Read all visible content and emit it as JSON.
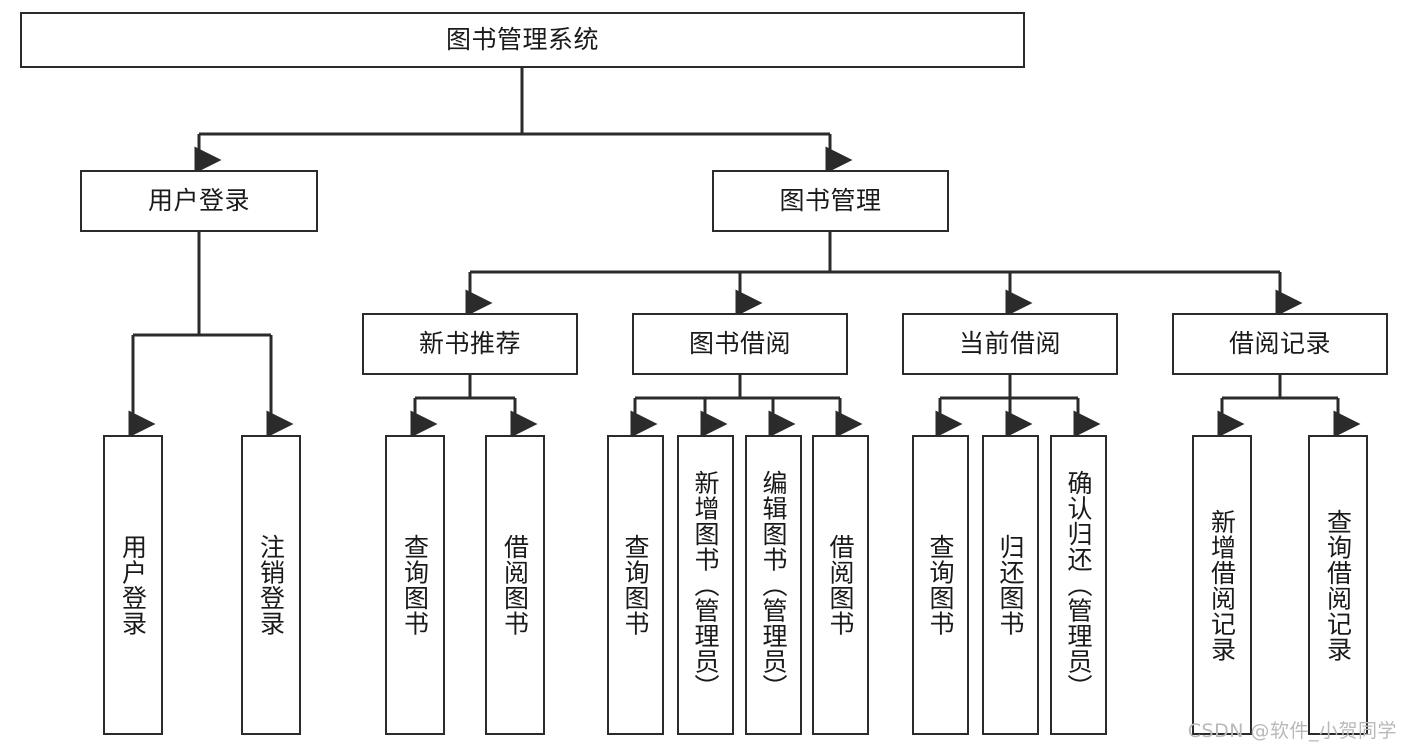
{
  "diagram": {
    "title": "图书管理系统",
    "type": "tree-hierarchy",
    "root": {
      "id": "root",
      "label": "图书管理系统"
    },
    "level2": [
      {
        "id": "user-login",
        "label": "用户登录"
      },
      {
        "id": "book-manage",
        "label": "图书管理"
      }
    ],
    "level3": [
      {
        "id": "new-book-recommend",
        "label": "新书推荐",
        "parent": "book-manage"
      },
      {
        "id": "book-borrow",
        "label": "图书借阅",
        "parent": "book-manage"
      },
      {
        "id": "current-borrow",
        "label": "当前借阅",
        "parent": "book-manage"
      },
      {
        "id": "borrow-record",
        "label": "借阅记录",
        "parent": "book-manage"
      }
    ],
    "leaves": [
      {
        "id": "leaf-user-login",
        "label": "用户登录",
        "parent": "user-login"
      },
      {
        "id": "leaf-logout-login",
        "label": "注销登录",
        "parent": "user-login"
      },
      {
        "id": "leaf-query-book-1",
        "label": "查询图书",
        "parent": "new-book-recommend"
      },
      {
        "id": "leaf-borrow-book-1",
        "label": "借阅图书",
        "parent": "new-book-recommend"
      },
      {
        "id": "leaf-query-book-2",
        "label": "查询图书",
        "parent": "book-borrow"
      },
      {
        "id": "leaf-add-book",
        "label": "新增图书（管理员）",
        "parent": "book-borrow"
      },
      {
        "id": "leaf-edit-book",
        "label": "编辑图书（管理员）",
        "parent": "book-borrow"
      },
      {
        "id": "leaf-borrow-book-2",
        "label": "借阅图书",
        "parent": "book-borrow"
      },
      {
        "id": "leaf-query-book-3",
        "label": "查询图书",
        "parent": "current-borrow"
      },
      {
        "id": "leaf-return-book",
        "label": "归还图书",
        "parent": "current-borrow"
      },
      {
        "id": "leaf-confirm-return",
        "label": "确认归还（管理员）",
        "parent": "current-borrow"
      },
      {
        "id": "leaf-add-record",
        "label": "新增借阅记录",
        "parent": "borrow-record"
      },
      {
        "id": "leaf-query-record",
        "label": "查询借阅记录",
        "parent": "borrow-record"
      }
    ],
    "watermark": "CSDN @软件_小贺同学",
    "colors": {
      "stroke": "#2b2b2b",
      "background": "#ffffff",
      "text": "#1a1a1a",
      "watermark": "#b9b9b9"
    }
  }
}
